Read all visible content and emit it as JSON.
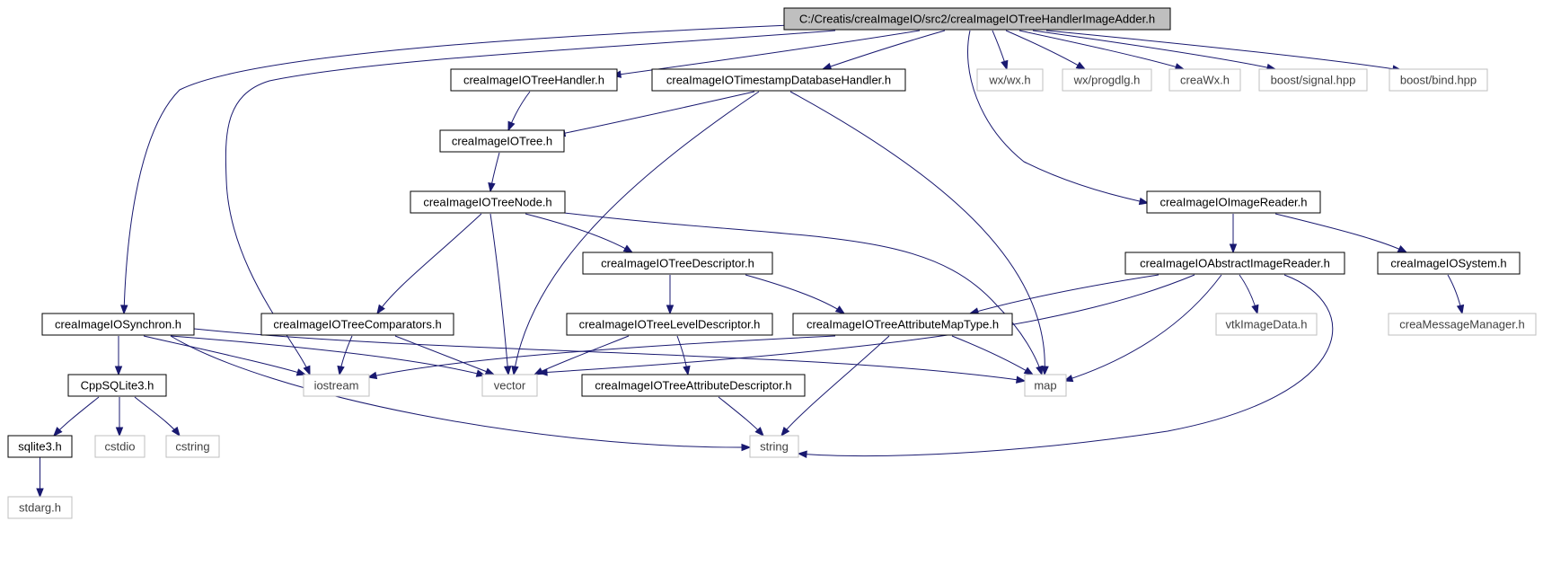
{
  "graph": {
    "edge_color": "#191970",
    "node_border_color": "#000000",
    "external_border_color": "#bfbfbf",
    "root_fill_color": "#bfbfbf",
    "nodes": [
      {
        "id": "root",
        "label": "C:/Creatis/creaImageIO/src2/creaImageIOTreeHandlerImageAdder.h",
        "kind": "root"
      },
      {
        "id": "treehandler",
        "label": "creaImageIOTreeHandler.h",
        "kind": "include"
      },
      {
        "id": "timestamp",
        "label": "creaImageIOTimestampDatabaseHandler.h",
        "kind": "include"
      },
      {
        "id": "wxwx",
        "label": "wx/wx.h",
        "kind": "external"
      },
      {
        "id": "progdlg",
        "label": "wx/progdlg.h",
        "kind": "external"
      },
      {
        "id": "creawx",
        "label": "creaWx.h",
        "kind": "external"
      },
      {
        "id": "signal",
        "label": "boost/signal.hpp",
        "kind": "external"
      },
      {
        "id": "bind",
        "label": "boost/bind.hpp",
        "kind": "external"
      },
      {
        "id": "tree",
        "label": "creaImageIOTree.h",
        "kind": "include"
      },
      {
        "id": "treenode",
        "label": "creaImageIOTreeNode.h",
        "kind": "include"
      },
      {
        "id": "imagereader",
        "label": "creaImageIOImageReader.h",
        "kind": "include"
      },
      {
        "id": "treedesc",
        "label": "creaImageIOTreeDescriptor.h",
        "kind": "include"
      },
      {
        "id": "absreader",
        "label": "creaImageIOAbstractImageReader.h",
        "kind": "include"
      },
      {
        "id": "system",
        "label": "creaImageIOSystem.h",
        "kind": "include"
      },
      {
        "id": "synchron",
        "label": "creaImageIOSynchron.h",
        "kind": "include"
      },
      {
        "id": "comparators",
        "label": "creaImageIOTreeComparators.h",
        "kind": "include"
      },
      {
        "id": "leveldesc",
        "label": "creaImageIOTreeLevelDescriptor.h",
        "kind": "include"
      },
      {
        "id": "attrmap",
        "label": "creaImageIOTreeAttributeMapType.h",
        "kind": "include"
      },
      {
        "id": "vtkimage",
        "label": "vtkImageData.h",
        "kind": "external"
      },
      {
        "id": "msgmgr",
        "label": "creaMessageManager.h",
        "kind": "external"
      },
      {
        "id": "cppsqlite",
        "label": "CppSQLite3.h",
        "kind": "include"
      },
      {
        "id": "iostream",
        "label": "iostream",
        "kind": "external"
      },
      {
        "id": "vector",
        "label": "vector",
        "kind": "external"
      },
      {
        "id": "attrdesc",
        "label": "creaImageIOTreeAttributeDescriptor.h",
        "kind": "include"
      },
      {
        "id": "map",
        "label": "map",
        "kind": "external"
      },
      {
        "id": "sqlite3",
        "label": "sqlite3.h",
        "kind": "include"
      },
      {
        "id": "cstdio",
        "label": "cstdio",
        "kind": "external"
      },
      {
        "id": "cstring",
        "label": "cstring",
        "kind": "external"
      },
      {
        "id": "string",
        "label": "string",
        "kind": "external"
      },
      {
        "id": "stdarg",
        "label": "stdarg.h",
        "kind": "external"
      }
    ],
    "edges": [
      [
        "root",
        "treehandler"
      ],
      [
        "root",
        "timestamp"
      ],
      [
        "root",
        "wxwx"
      ],
      [
        "root",
        "progdlg"
      ],
      [
        "root",
        "creawx"
      ],
      [
        "root",
        "signal"
      ],
      [
        "root",
        "bind"
      ],
      [
        "root",
        "imagereader"
      ],
      [
        "root",
        "synchron"
      ],
      [
        "root",
        "iostream"
      ],
      [
        "treehandler",
        "tree"
      ],
      [
        "timestamp",
        "tree"
      ],
      [
        "timestamp",
        "vector"
      ],
      [
        "timestamp",
        "map"
      ],
      [
        "tree",
        "treenode"
      ],
      [
        "treenode",
        "treedesc"
      ],
      [
        "treenode",
        "comparators"
      ],
      [
        "treenode",
        "vector"
      ],
      [
        "treenode",
        "map"
      ],
      [
        "treedesc",
        "leveldesc"
      ],
      [
        "treedesc",
        "attrmap"
      ],
      [
        "imagereader",
        "absreader"
      ],
      [
        "imagereader",
        "system"
      ],
      [
        "absreader",
        "attrmap"
      ],
      [
        "absreader",
        "vtkimage"
      ],
      [
        "absreader",
        "vector"
      ],
      [
        "absreader",
        "map"
      ],
      [
        "absreader",
        "string"
      ],
      [
        "system",
        "msgmgr"
      ],
      [
        "comparators",
        "iostream"
      ],
      [
        "comparators",
        "vector"
      ],
      [
        "leveldesc",
        "attrdesc"
      ],
      [
        "leveldesc",
        "vector"
      ],
      [
        "attrmap",
        "iostream"
      ],
      [
        "attrmap",
        "map"
      ],
      [
        "attrmap",
        "string"
      ],
      [
        "attrdesc",
        "string"
      ],
      [
        "synchron",
        "cppsqlite"
      ],
      [
        "synchron",
        "iostream"
      ],
      [
        "synchron",
        "vector"
      ],
      [
        "synchron",
        "map"
      ],
      [
        "synchron",
        "string"
      ],
      [
        "cppsqlite",
        "sqlite3"
      ],
      [
        "cppsqlite",
        "cstdio"
      ],
      [
        "cppsqlite",
        "cstring"
      ],
      [
        "sqlite3",
        "stdarg"
      ]
    ]
  }
}
